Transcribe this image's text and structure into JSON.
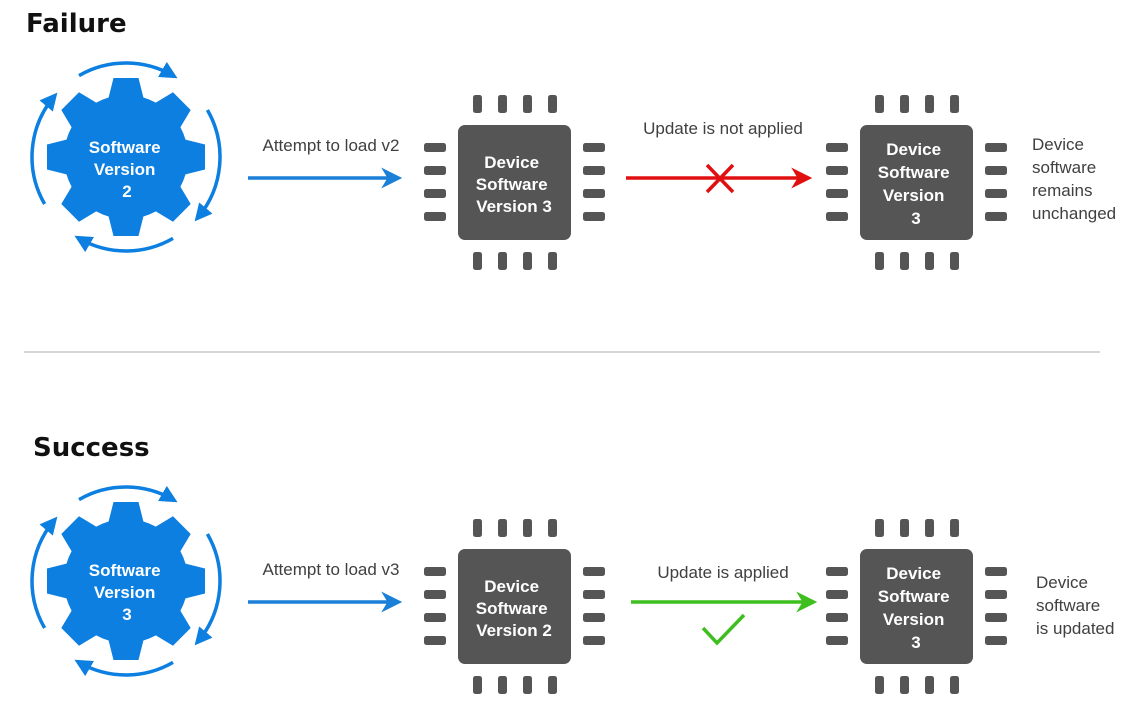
{
  "colors": {
    "gear": "#0c7fe0",
    "load_arrow": "#1a7fd6",
    "chip": "#555555",
    "failure_arrow": "#e01010",
    "success_arrow": "#3fbf1f",
    "divider": "#c8c8c8"
  },
  "icons": {
    "gear": "gear-icon",
    "cycle": "cycle-arrows-icon",
    "chip": "chip-icon",
    "cross": "cross-mark-icon",
    "check": "check-mark-icon"
  },
  "failure": {
    "title": "Failure",
    "gear_lines": [
      "Software",
      "Version",
      "2"
    ],
    "load_caption": "Attempt to load v2",
    "source_chip_lines": [
      "Device",
      "Software",
      "Version 3"
    ],
    "result_caption": "Update is not applied",
    "result_chip_lines": [
      "Device",
      "Software",
      "Version",
      "3"
    ],
    "outcome_lines": [
      "Device",
      "software",
      "remains",
      "unchanged"
    ]
  },
  "success": {
    "title": "Success",
    "gear_lines": [
      "Software",
      "Version",
      "3"
    ],
    "load_caption": "Attempt to load v3",
    "source_chip_lines": [
      "Device",
      "Software",
      "Version 2"
    ],
    "result_caption": "Update is applied",
    "result_chip_lines": [
      "Device",
      "Software",
      "Version",
      "3"
    ],
    "outcome_lines": [
      "Device",
      "software",
      "is updated"
    ]
  }
}
